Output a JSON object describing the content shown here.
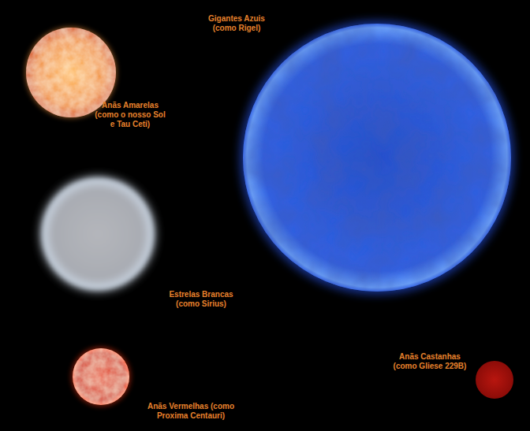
{
  "diagram": {
    "labels": [
      "Gigantes Azuis (como Rigel)",
      "Anãs Amarelas (como o nosso Sol e Tau Ceti)",
      "Estrelas Brancas (como Sirius)",
      "Anãs Vermelhas (como Proxima Centauri)",
      "Anãs Castanhas (como Gliese 229B)"
    ]
  }
}
